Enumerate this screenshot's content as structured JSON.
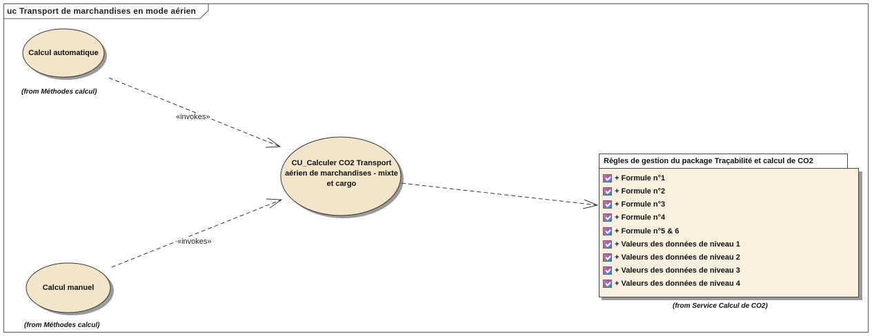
{
  "frame": {
    "title": "uc Transport de marchandises en mode aérien"
  },
  "use_cases": {
    "auto": {
      "label": "Calcul automatique",
      "from": "(from Méthodes calcul)"
    },
    "manual": {
      "label": "Calcul manuel",
      "from": "(from Méthodes calcul)"
    },
    "main": {
      "label": "CU_Calculer CO2 Transport aérien de marchandises - mixte et cargo"
    }
  },
  "relations": {
    "invokes_top": "«invokes»",
    "invokes_bottom": "«invokes»"
  },
  "rules": {
    "title": "Règles de gestion du package Traçabilité et calcul de CO2",
    "items": [
      "+ Formule n°1",
      "+ Formule n°2",
      "+ Formule n°3",
      "+ Formule n°4",
      "+ Formule n°5 & 6",
      "+ Valeurs des données de niveau 1",
      "+ Valeurs des données de niveau 2",
      "+ Valeurs des données de niveau 3",
      "+ Valeurs des données de niveau 4"
    ],
    "from": "(from Service Calcul de CO2)",
    "icon": "requirement-icon"
  },
  "colors": {
    "use_case_fill": "#f3e5c9",
    "rules_fill": "#faf0df",
    "shadow": "#9a9a9a",
    "line": "#333333"
  }
}
